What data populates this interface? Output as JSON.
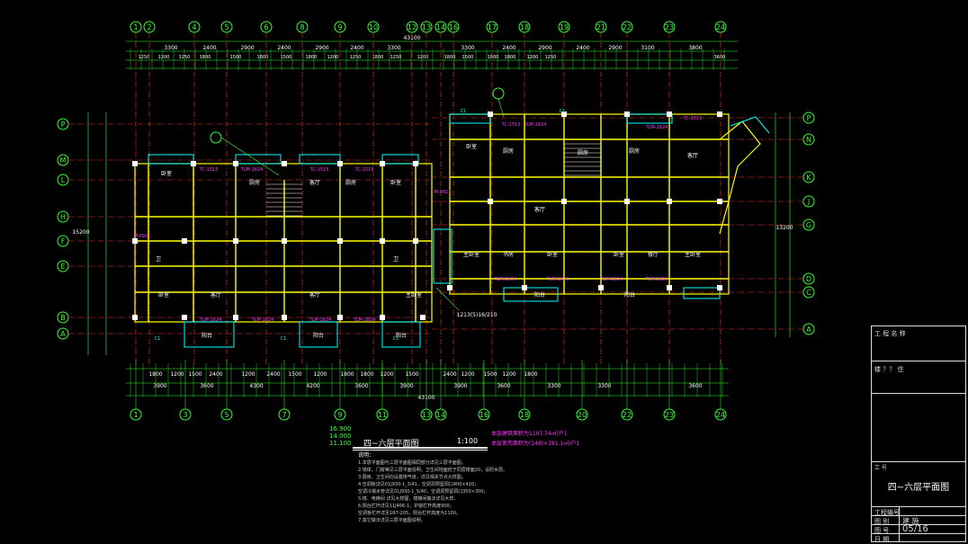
{
  "drawing": {
    "top_axes": [
      "1",
      "2",
      "4",
      "5",
      "6",
      "8",
      "9",
      "10",
      "12",
      "13",
      "14",
      "16",
      "17",
      "18",
      "19",
      "21",
      "22",
      "23",
      "24"
    ],
    "bottom_axes": [
      "1",
      "3",
      "5",
      "7",
      "9",
      "11",
      "13",
      "14",
      "16",
      "18",
      "20",
      "22",
      "23",
      "24"
    ],
    "left_axes": [
      "P",
      "M",
      "L",
      "H",
      "F",
      "E",
      "B",
      "A"
    ],
    "right_axes": [
      "P",
      "N",
      "K",
      "J",
      "G",
      "D",
      "C",
      "A"
    ],
    "top_dims_row1": [
      "3300",
      "2400",
      "2900",
      "2400",
      "2900",
      "2400",
      "3300",
      "3300",
      "2400",
      "2900",
      "2400",
      "2900",
      "3100",
      "3800"
    ],
    "top_total": "43100",
    "top_dims_row2": [
      "1250",
      "1200",
      "1250",
      "1800",
      "1500",
      "1800",
      "1500",
      "1800",
      "1200",
      "1250",
      "1800",
      "1250",
      "1200",
      "1800",
      "1500",
      "1800",
      "1800",
      "1200",
      "1250",
      "3600"
    ],
    "bottom_dims_row1": [
      "1800",
      "1200",
      "1500",
      "2400",
      "1200",
      "2400",
      "1500",
      "1200",
      "1800",
      "1800",
      "1200",
      "1500",
      "2400",
      "1200",
      "1500",
      "1200",
      "1800"
    ],
    "bottom_dims_row2": [
      "3900",
      "3600",
      "4300",
      "4200",
      "3600",
      "3900",
      "3900",
      "3600",
      "3300",
      "3300",
      "3600"
    ],
    "bottom_total": "43100",
    "left_total": "15200",
    "right_total": "13200",
    "room_living": "客厅",
    "room_bed": "卧室",
    "room_master": "主卧室",
    "room_kitchen": "厨房",
    "room_balcony": "阳台",
    "room_bath": "卫",
    "room_study": "书房",
    "room_dining": "餐厅",
    "tag_window": "TC-1515",
    "tag_door": "TLM-1824",
    "tag_c1": "C1",
    "tag_m": "M-0921",
    "note_call": "1213(5)16/210"
  },
  "figure": {
    "title": "四~六层平面图",
    "scale": "1:100",
    "elevations": [
      "16.900",
      "14.000",
      "11.100"
    ],
    "area_note_1": "本层建筑面积为1107.74㎡/户1",
    "area_note_2": "本层使用面积为(148)×381.1㎡/户1",
    "notes_head": "说明：",
    "notes": [
      "1.本层平面图与三层平面图相同部分详见三层平面图。",
      "2.墙体、门窗等见三层平面说明，卫生间地面低于同层楼面20，设防水层。",
      "3.厨房、卫生间均设置排气道，详见相关节点大样图。",
      "4.空调板详见01J930-1_3/41，空调洞预留洞口400×420；",
      "  空调冷凝水管详见01J930-1_5/40，空调洞预留洞口350×300；",
      "5.楼、电梯间 详见大样图，楼梯间做法详见大样。",
      "6.阳台栏杆详见11J406-1，护窗栏杆高度900；",
      "  空调板栏杆详见1R7-205，阳台栏杆高度为1100。",
      "7.其它做法详见三层平面图说明。"
    ]
  },
  "title_block": {
    "project_label": "工 程 名 称",
    "building_label": "楼 ？？ 住",
    "sheet_no_label": "工 号",
    "sheet_title": "四~六层平面图",
    "rows": [
      {
        "label": "工程编号",
        "value": ""
      },
      {
        "label": "图 别",
        "value": "建 施"
      },
      {
        "label": "图 号",
        "value": "05/16"
      },
      {
        "label": "日 期",
        "value": ""
      }
    ]
  }
}
